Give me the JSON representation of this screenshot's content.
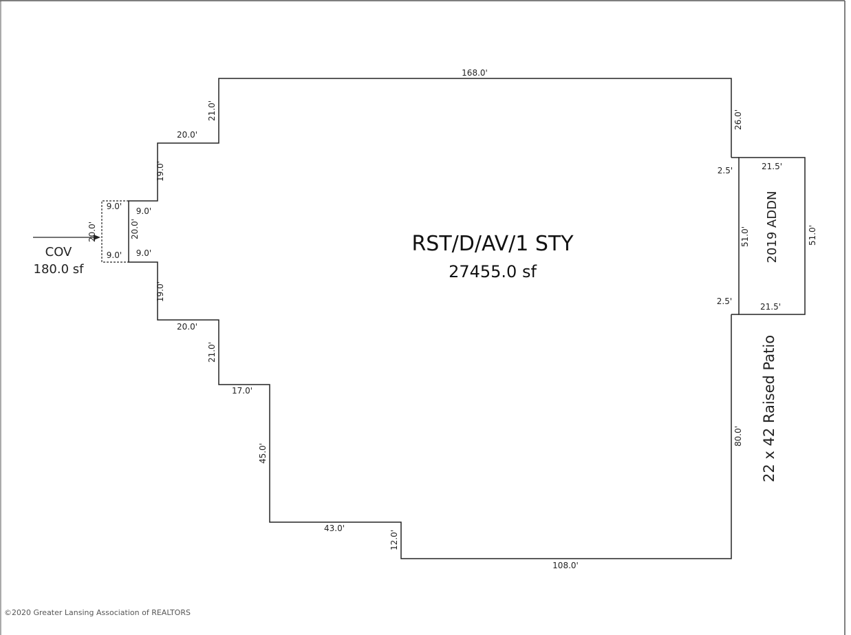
{
  "main_area": {
    "label": "RST/D/AV/1 STY",
    "area": "27455.0 sf",
    "dimensions": {
      "top": "168.0'",
      "right_upper": "26.0'",
      "right_lower": "80.0'",
      "bottom_right": "108.0'",
      "notch_vertical": "12.0'",
      "bottom_mid": "43.0'",
      "lower_left_vertical": "45.0'",
      "lower_step": "17.0'",
      "left_lower_step_vertical": "21.0'",
      "left_lower_horizontal": "20.0'",
      "left_lower_vertical": "19.0'",
      "left_upper_vertical": "19.0'",
      "left_upper_horizontal": "20.0'",
      "left_upper_step_vertical": "21.0'",
      "entry_top": "9.0'",
      "entry_bottom": "9.0'",
      "entry_vertical": "20.0'"
    }
  },
  "covered_entry": {
    "label": "COV",
    "area": "180.0 sf",
    "dimensions": {
      "top": "9.0'",
      "bottom": "9.0'",
      "left": "20.0'"
    }
  },
  "addition": {
    "label": "2019 ADDN",
    "dimensions": {
      "top": "21.5'",
      "bottom": "21.5'",
      "left": "51.0'",
      "right": "51.0'",
      "offset_top": "2.5'",
      "offset_bottom": "2.5'"
    }
  },
  "patio": {
    "label": "22 x 42 Raised Patio"
  },
  "footer": {
    "copyright": "©2020 Greater Lansing Association of REALTORS"
  },
  "colors": {
    "line": "#222222",
    "background": "#ffffff"
  }
}
